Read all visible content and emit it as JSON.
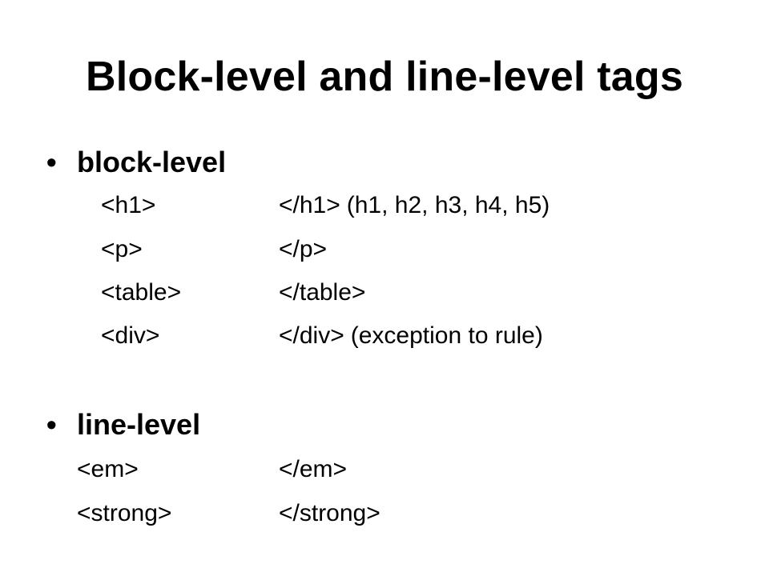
{
  "slide": {
    "title": "Block-level and line-level tags",
    "sections": [
      {
        "heading": "block-level",
        "bullet": "•",
        "rows": [
          {
            "open": "<h1>",
            "close": "</h1>",
            "note": "(h1, h2, h3, h4, h5)"
          },
          {
            "open": "<p>",
            "close": "</p>",
            "note": ""
          },
          {
            "open": "<table>",
            "close": "</table>",
            "note": ""
          },
          {
            "open": "<div>",
            "close": "</div>",
            "note": "(exception to rule)"
          }
        ]
      },
      {
        "heading": "line-level",
        "bullet": "•",
        "rows": [
          {
            "open": "<em>",
            "close": "</em>",
            "note": ""
          },
          {
            "open": "<strong>",
            "close": "</strong>",
            "note": ""
          }
        ]
      }
    ]
  }
}
